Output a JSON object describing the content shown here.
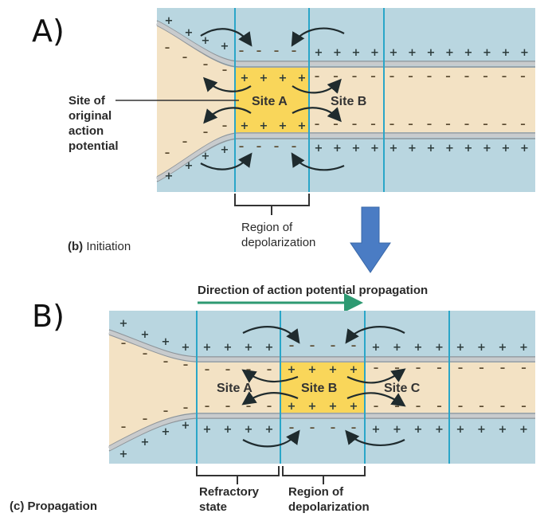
{
  "figure": {
    "panel_a": {
      "letter": "A)",
      "caption_prefix": "(b)",
      "caption": "Initiation",
      "site_labels": [
        "Site A",
        "Site B"
      ],
      "callout_lines": [
        "Site of",
        "original",
        "action",
        "potential"
      ],
      "bracket_label_lines": [
        "Region of",
        "depolarization"
      ]
    },
    "transition_arrow": {
      "icon": "down-arrow-icon",
      "color": "#4a7cc4"
    },
    "direction": {
      "label": "Direction of action potential propagation",
      "arrow_color": "#2e9a72"
    },
    "panel_b": {
      "letter": "B)",
      "caption": "(c) Propagation",
      "site_labels": [
        "Site A",
        "Site B",
        "Site C"
      ],
      "bracket_labels": [
        {
          "lines": [
            "Refractory",
            "state"
          ]
        },
        {
          "lines": [
            "Region of",
            "depolarization"
          ]
        }
      ]
    },
    "colors": {
      "extracellular": "#b9d6e0",
      "cytoplasm": "#f3e2c4",
      "depolarized": "#f9d65a",
      "membrane": "#b5b9bc",
      "divider": "#2aa6c8"
    },
    "charges": {
      "positive": "+",
      "negative": "–"
    }
  }
}
